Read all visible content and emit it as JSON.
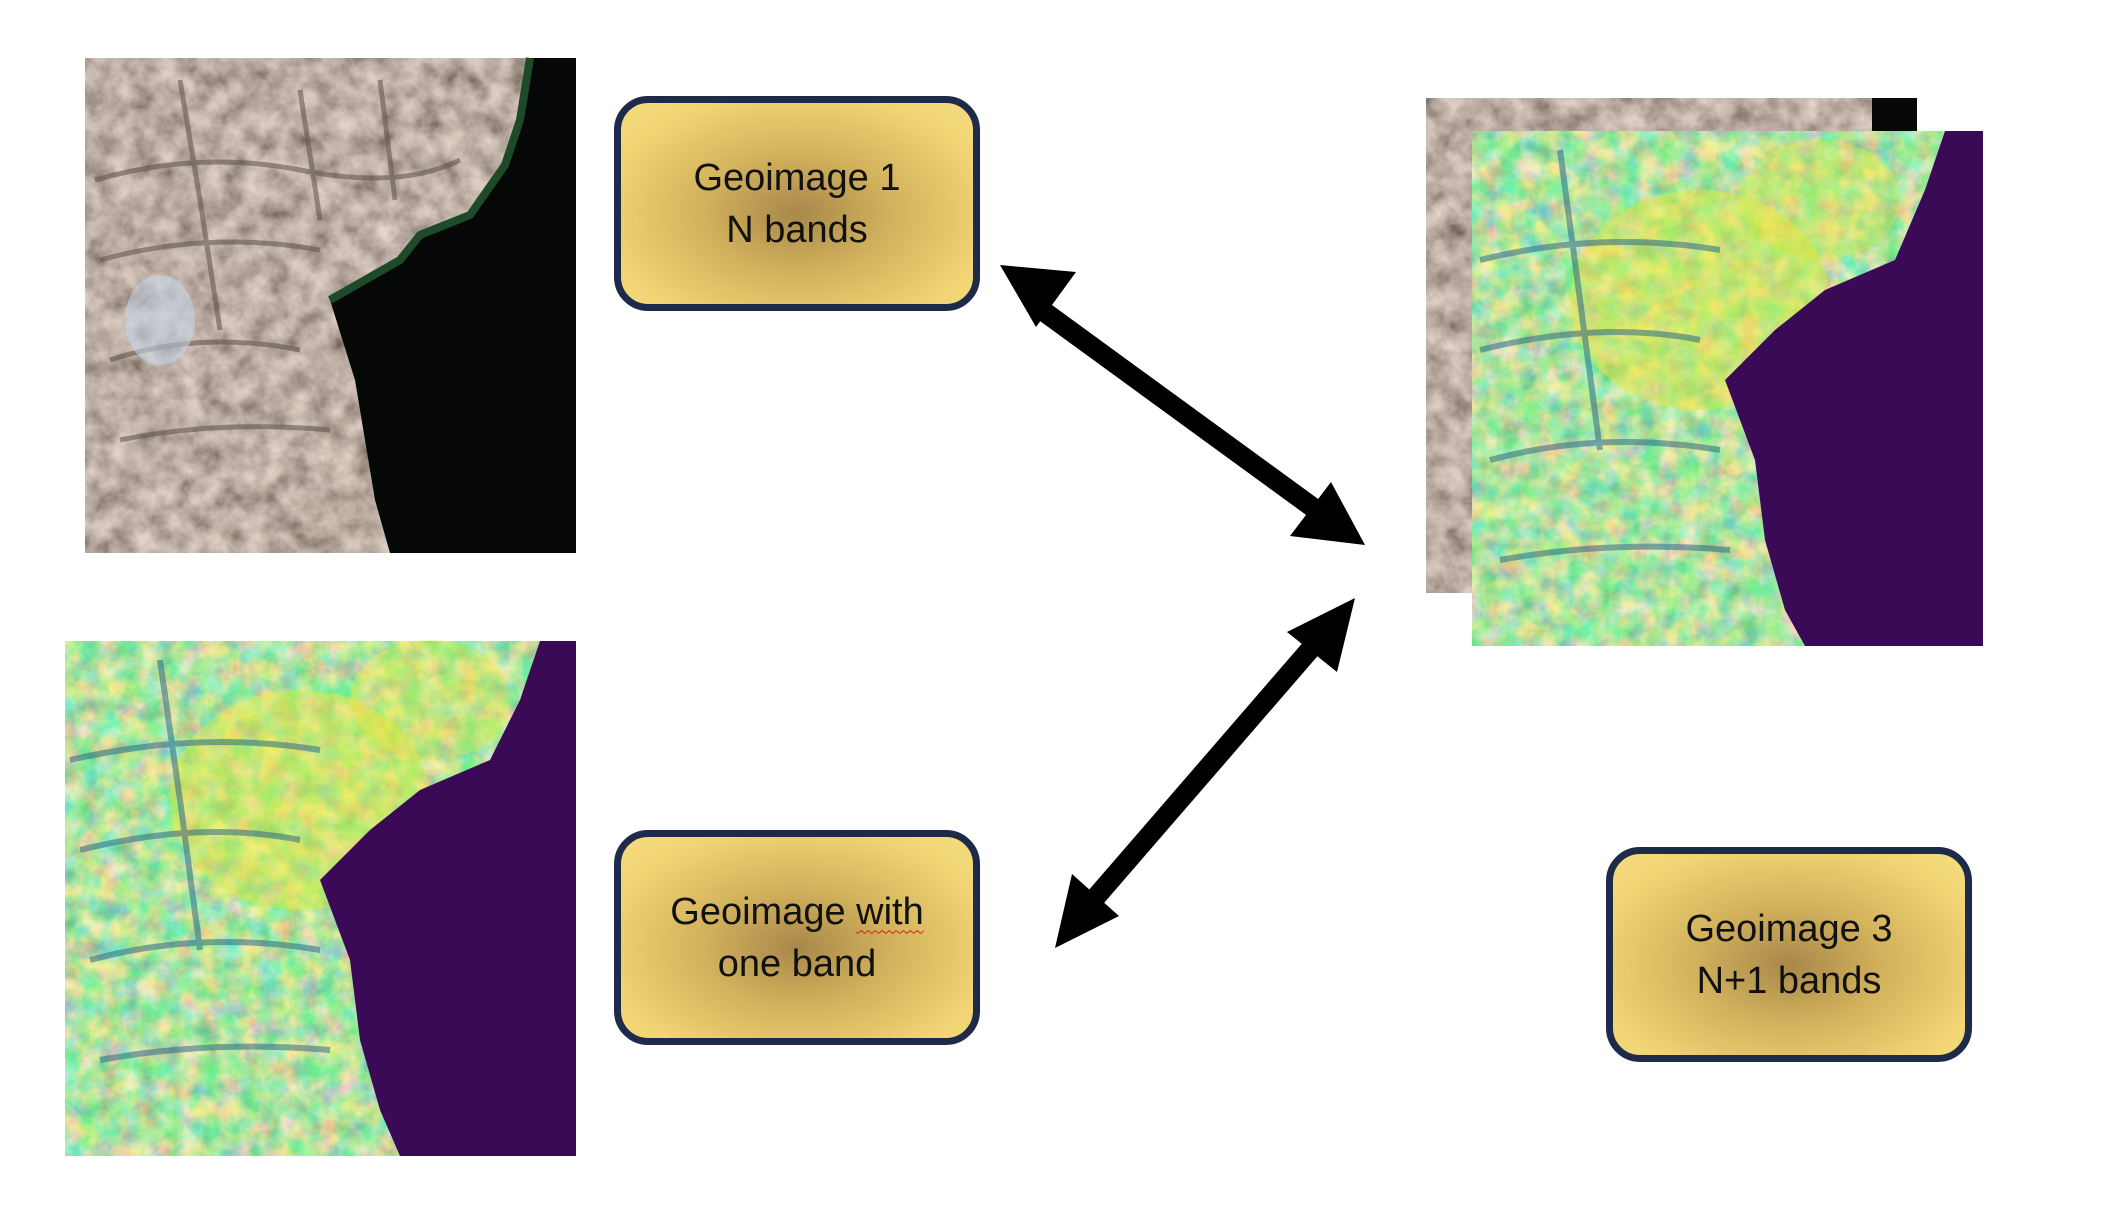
{
  "boxes": {
    "geoimage1": {
      "line1": "Geoimage 1",
      "line2": "N bands"
    },
    "geoimage_one_band": {
      "line1_a": "Geoimage ",
      "line1_b": "with",
      "line2": "one band"
    },
    "geoimage3": {
      "line1": "Geoimage 3",
      "line2": "N+1 bands"
    }
  },
  "colors": {
    "box_border": "#1e2a4a",
    "box_fill": "#f1d574",
    "arrow": "#000000",
    "water_rgb": "#050807",
    "water_index": "#3b0a57",
    "veg_high": "#e8e838",
    "veg_mid": "#6cc35a",
    "veg_low": "#2e8a86"
  }
}
